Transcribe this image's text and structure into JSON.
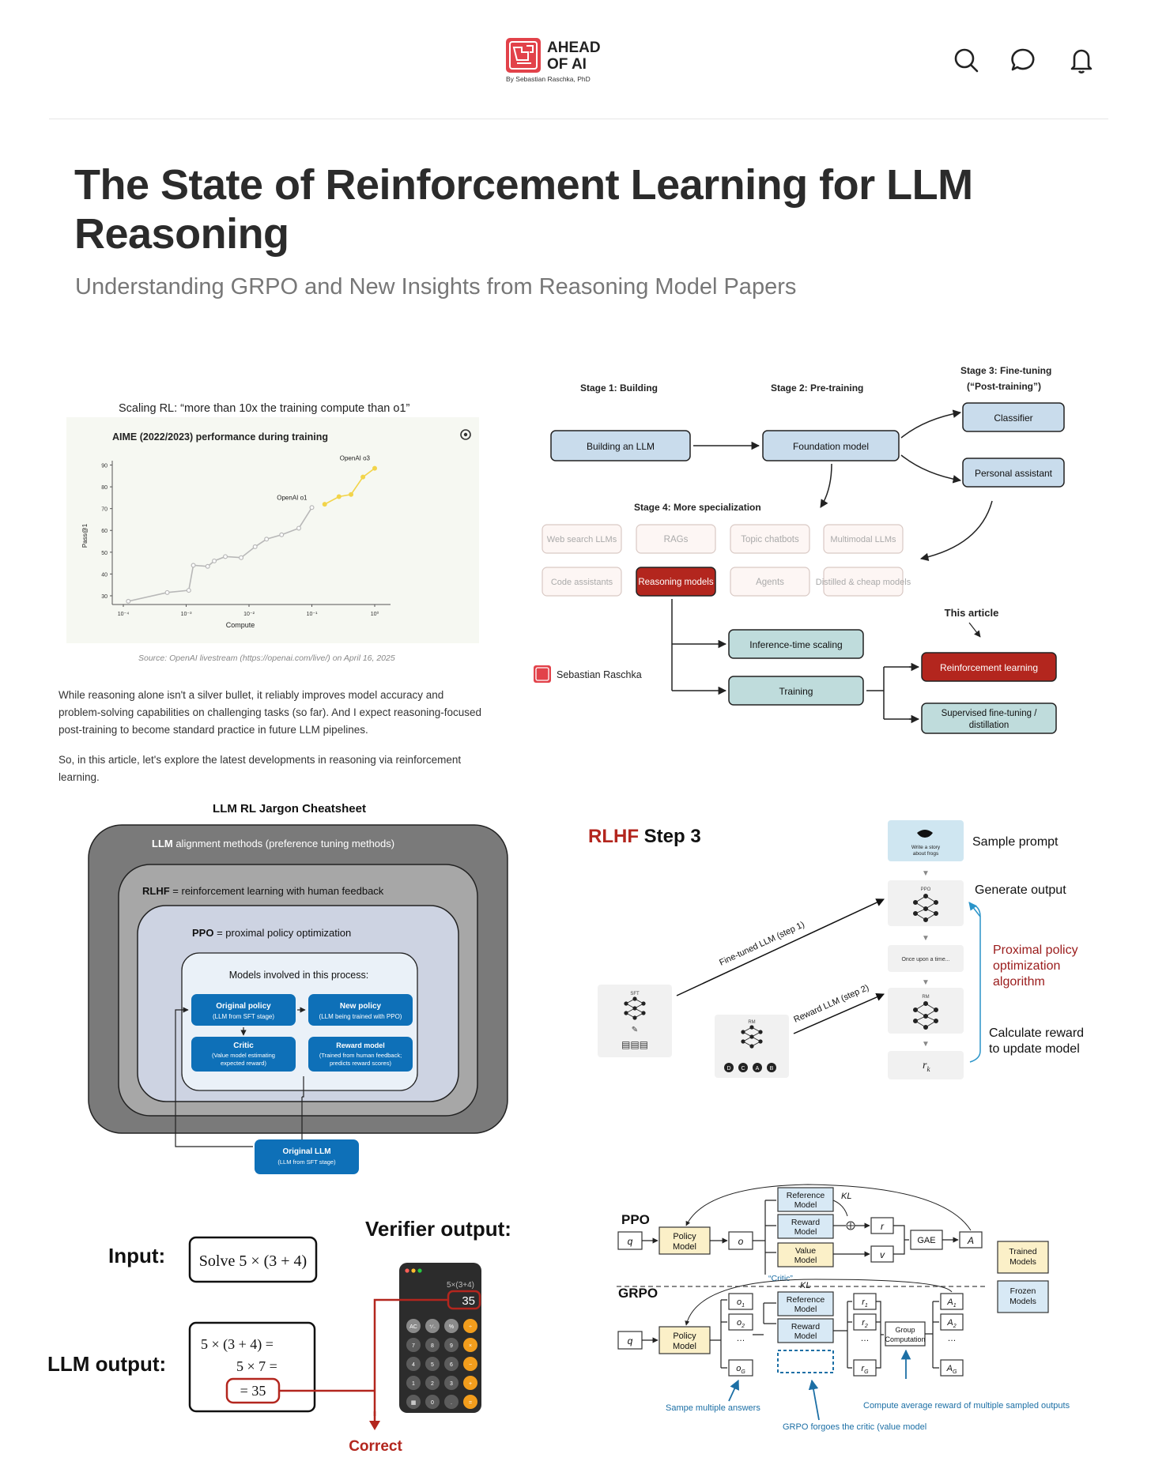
{
  "header": {
    "logo_line1": "AHEAD",
    "logo_line2": "OF AI",
    "logo_byline": "By Sebastian Raschka, PhD",
    "icons": [
      "search-icon",
      "chat-icon",
      "bell-icon"
    ]
  },
  "article": {
    "title": "The State of Reinforcement Learning for LLM Reasoning",
    "subtitle": "Understanding GRPO and New Insights from Reasoning Model Papers",
    "paragraph1": "While reasoning alone isn't a silver bullet, it reliably improves model accuracy and problem-solving capabilities on challenging tasks (so far). And I expect reasoning-focused post-training to become standard practice in future LLM pipelines.",
    "paragraph2": "So, in this article, let's explore the latest developments in reasoning via reinforcement learning."
  },
  "figure_scaling": {
    "caption": "Scaling RL: “more than 10x the training compute than o1”",
    "source": "Source: OpenAI livestream (https://openai.com/live/) on April 16, 2025"
  },
  "chart_data": {
    "type": "line",
    "title": "AIME (2022/2023) performance during training",
    "xlabel": "Compute",
    "ylabel": "Pass@1",
    "xscale": "log",
    "xticks": [
      "10⁻⁴",
      "10⁻³",
      "10⁻²",
      "10⁻¹",
      "10⁰"
    ],
    "yticks": [
      30,
      40,
      50,
      60,
      70,
      80,
      90
    ],
    "ylim": [
      26,
      92
    ],
    "grid": false,
    "series": [
      {
        "name": "OpenAI o1",
        "color": "#b8b8b8",
        "x": [
          0.00012,
          0.0005,
          0.0011,
          0.0013,
          0.0022,
          0.0028,
          0.0042,
          0.0075,
          0.0125,
          0.019,
          0.033,
          0.062,
          0.1
        ],
        "y": [
          27.5,
          31.5,
          32.5,
          44,
          43.5,
          46,
          48,
          47.5,
          52.5,
          56,
          58,
          61,
          70.5
        ]
      },
      {
        "name": "OpenAI o3",
        "color": "#f2d44a",
        "x": [
          0.16,
          0.27,
          0.42,
          0.65,
          1.0
        ],
        "y": [
          72,
          75.5,
          76.5,
          84.5,
          88.5
        ]
      }
    ]
  },
  "figure_stages": {
    "stage1": "Stage 1: Building",
    "stage2": "Stage 2: Pre-training",
    "stage3_line1": "Stage 3: Fine-tuning",
    "stage3_line2": "(“Post-training”)",
    "stage4": "Stage 4: More specialization",
    "building": "Building an LLM",
    "foundation": "Foundation model",
    "classifier": "Classifier",
    "assistant": "Personal assistant",
    "specializations": [
      "Web search LLMs",
      "RAGs",
      "Topic chatbots",
      "Multimodal LLMs",
      "Code assistants",
      "Reasoning models",
      "Agents",
      "Distilled & cheap models"
    ],
    "inference_scaling": "Inference-time scaling",
    "training": "Training",
    "rl": "Reinforcement learning",
    "sft_line1": "Supervised fine-tuning /",
    "sft_line2": "distillation",
    "this_article": "This article",
    "author": "Sebastian Raschka"
  },
  "figure_jargon": {
    "title": "LLM RL Jargon Cheatsheet",
    "llm_bold": "LLM",
    "llm_rest": " alignment methods (preference tuning methods)",
    "rlhf_bold": "RLHF",
    "rlhf_rest": " = reinforcement learning with human feedback",
    "ppo_bold": "PPO",
    "ppo_rest": " = proximal policy optimization",
    "models_title": "Models involved in this process:",
    "original_policy": "Original policy",
    "original_policy_sub": "(LLM from SFT stage)",
    "new_policy": "New policy",
    "new_policy_sub": "(LLM being trained with PPO)",
    "critic": "Critic",
    "critic_sub1": "(Value model estimating",
    "critic_sub2": "expected reward)",
    "reward_model": "Reward model",
    "reward_sub1": "(Trained from human feedback;",
    "reward_sub2": "predicts reward scores)",
    "original_llm": "Original LLM",
    "original_llm_sub": "(LLM from SFT stage)"
  },
  "figure_rlhf": {
    "title_red": "RLHF",
    "title_black": " Step 3",
    "sample_prompt": "Sample prompt",
    "prompt_text1": "Write a story",
    "prompt_text2": "about frogs",
    "generate_output": "Generate output",
    "ppo_label": "PPO",
    "once_upon": "Once upon a time...",
    "rm_label": "RM",
    "sft_label": "SFT",
    "fine_tuned": "Fine-tuned LLM (step 1)",
    "reward_llm": "Reward LLM (step 2)",
    "ppo_alg1": "Proximal policy",
    "ppo_alg2": "optimization",
    "ppo_alg3": "algorithm",
    "calc_reward1": "Calculate reward",
    "calc_reward2": "to update model",
    "rk": "r",
    "rk_sub": "k",
    "ranking": [
      "D",
      "C",
      "A",
      "B"
    ]
  },
  "figure_verifier": {
    "input_label": "Input:",
    "input_text": "Solve 5 × (3 + 4)",
    "verifier_label": "Verifier output:",
    "llm_output_label": "LLM output:",
    "out_line1": "5 × (3 + 4) =",
    "out_line2": "5 × 7 =",
    "out_line3": "= 35",
    "calc_expr": "5×(3+4)",
    "calc_result": "35",
    "calc_keys": [
      "AC",
      "⁺∕₋",
      "%",
      "÷",
      "7",
      "8",
      "9",
      "×",
      "4",
      "5",
      "6",
      "−",
      "1",
      "2",
      "3",
      "+",
      "▦",
      "0",
      ".",
      "="
    ],
    "correct": "Correct"
  },
  "figure_grpo": {
    "ppo": "PPO",
    "grpo": "GRPO",
    "q": "q",
    "policy1": "Policy",
    "policy2": "Model",
    "o": "o",
    "reference1": "Reference",
    "reference2": "Model",
    "reward1": "Reward",
    "reward2": "Model",
    "value1": "Value",
    "value2": "Model",
    "kl": "KL",
    "r": "r",
    "v": "v",
    "gae": "GAE",
    "a": "A",
    "critic": "“Critic”",
    "trained1": "Trained",
    "trained2": "Models",
    "frozen1": "Frozen",
    "frozen2": "Models",
    "group1": "Group",
    "group2": "Computation",
    "o_sub": [
      "1",
      "2",
      "G"
    ],
    "dots": "…",
    "note_sample": "Sampe multiple answers",
    "note_critic": "GRPO forgoes the critic (value model",
    "note_average": "Compute average reward of multiple sampled outputs"
  },
  "colors": {
    "accent_red": "#b3261e",
    "box_blue": "#c9dcec",
    "box_teal": "#bfdcdc",
    "jargon_blue": "#0e70b8",
    "trained_yellow": "#fbf0c8",
    "frozen_blue": "#d8e9f5"
  }
}
